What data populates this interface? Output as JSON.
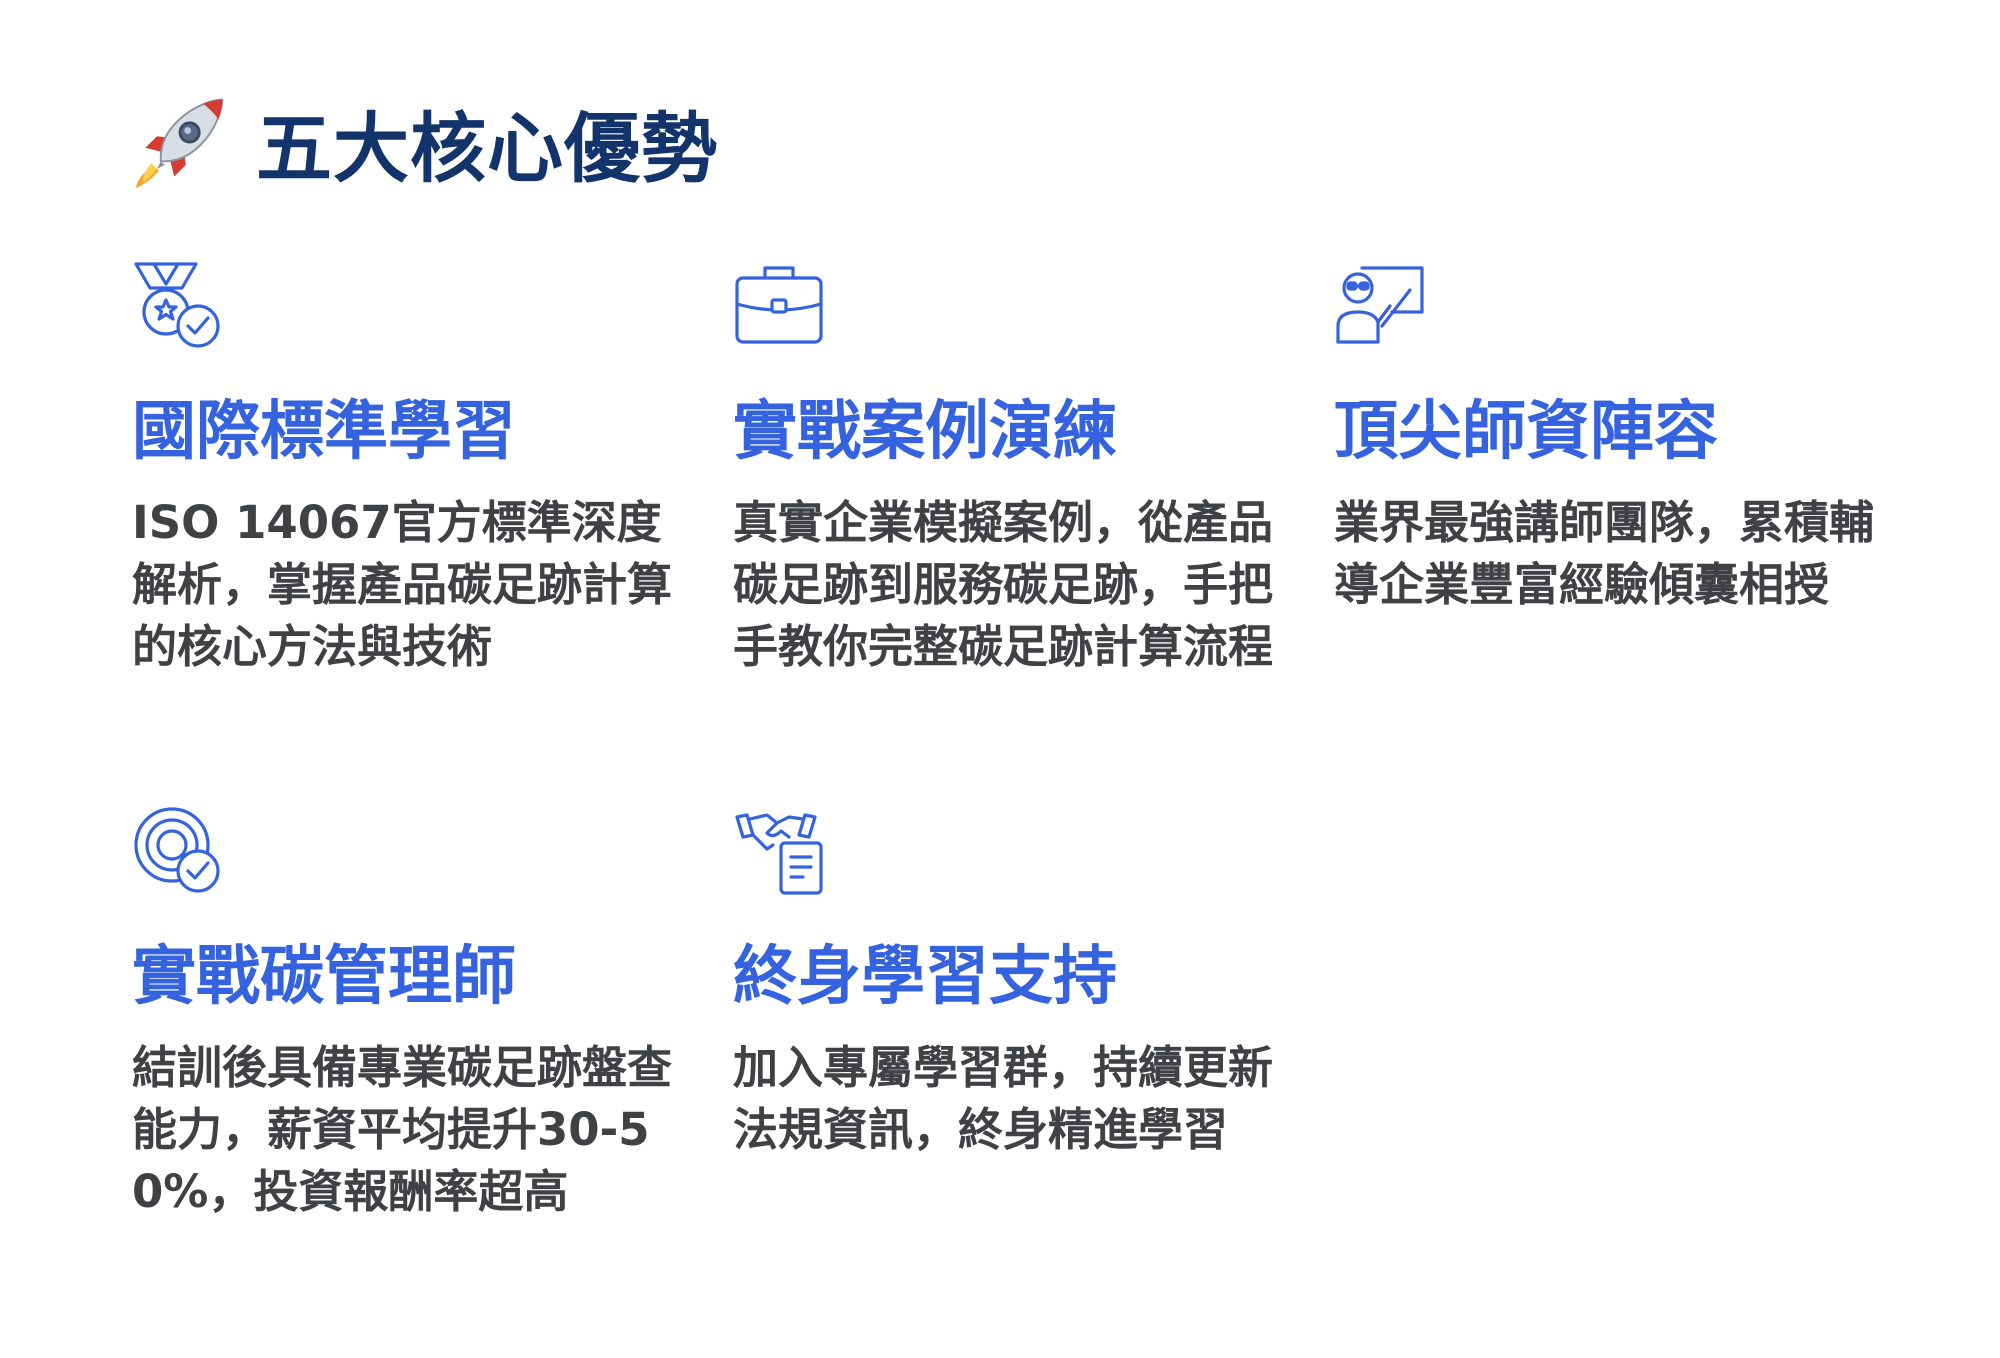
{
  "header": {
    "icon": "rocket-icon",
    "title": "五大核心優勢"
  },
  "colors": {
    "title": "#13346b",
    "accent": "#3563e0",
    "body_text": "#3f4144",
    "background": "#ffffff"
  },
  "features": [
    {
      "icon": "medal-check-icon",
      "title": "國際標準學習",
      "description": "ISO 14067官方標準深度解析，掌握產品碳足跡計算的核心方法與技術"
    },
    {
      "icon": "briefcase-icon",
      "title": "實戰案例演練",
      "description": "真實企業模擬案例，從產品碳足跡到服務碳足跡，手把手教你完整碳足跡計算流程"
    },
    {
      "icon": "teacher-board-icon",
      "title": "頂尖師資陣容",
      "description": "業界最強講師團隊，累積輔導企業豐富經驗傾囊相授"
    },
    {
      "icon": "target-check-icon",
      "title": "實戰碳管理師",
      "description": "結訓後具備專業碳足跡盤查能力，薪資平均提升30-50%，投資報酬率超高"
    },
    {
      "icon": "handshake-document-icon",
      "title": "終身學習支持",
      "description": "加入專屬學習群，持續更新法規資訊，終身精進學習"
    }
  ]
}
